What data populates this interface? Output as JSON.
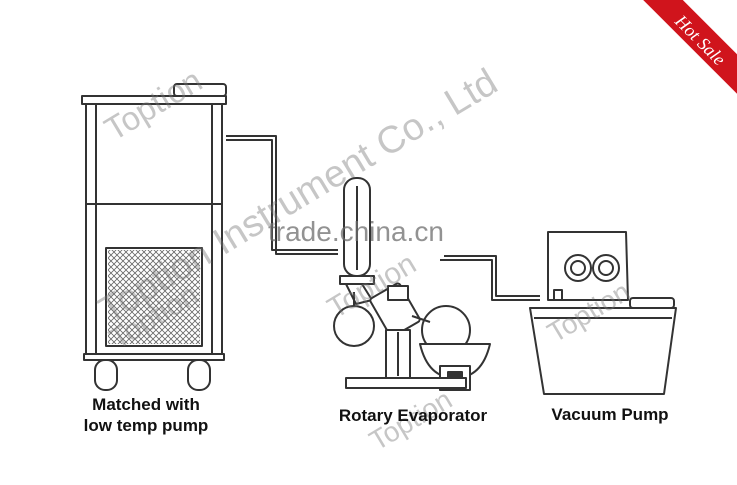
{
  "labels": {
    "chiller": "Matched with\nlow temp pump",
    "rotary": "Rotary Evaporator",
    "vacuum": "Vacuum Pump"
  },
  "watermarks": {
    "company": "Toption Instrument Co., Ltd",
    "brand": "Toption",
    "site": "trade.china.cn"
  },
  "badge": {
    "text": "Hot Sale",
    "color": "#d0141c"
  },
  "colors": {
    "line": "#333333",
    "watermark": "#787878"
  }
}
